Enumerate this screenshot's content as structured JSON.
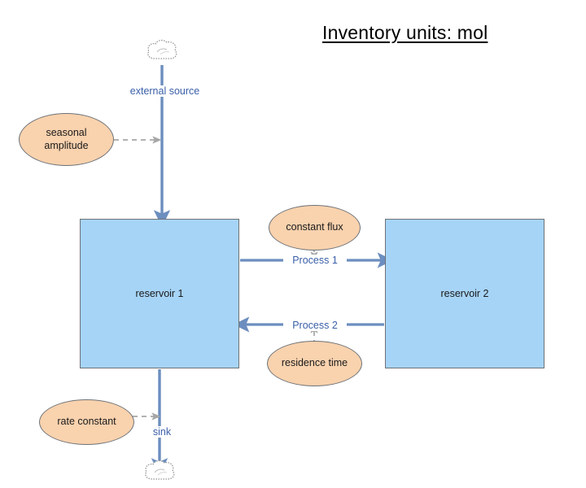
{
  "title": "Inventory units: mol",
  "colors": {
    "reservoir_fill": "#A6D4F7",
    "reservoir_stroke": "#6E7277",
    "parameter_fill": "#F9D2AE",
    "parameter_stroke": "#6E7277",
    "flow_arrow": "#6C8EBF",
    "flow_label_text": "#3A5FA8",
    "dashed_connector": "#A6A6A6",
    "cloud_stroke": "#9A9A9A",
    "title_text": "#000000"
  },
  "reservoirs": [
    {
      "id": "reservoir-1",
      "label": "reservoir 1"
    },
    {
      "id": "reservoir-2",
      "label": "reservoir 2"
    }
  ],
  "clouds": [
    {
      "id": "source-cloud",
      "name": "source-cloud-icon"
    },
    {
      "id": "sink-cloud",
      "name": "sink-cloud-icon"
    }
  ],
  "flows": [
    {
      "id": "external-source",
      "label": "external source",
      "direction": "down"
    },
    {
      "id": "process-1",
      "label": "Process 1",
      "direction": "right"
    },
    {
      "id": "process-2",
      "label": "Process 2",
      "direction": "left"
    },
    {
      "id": "sink",
      "label": "sink",
      "direction": "down"
    }
  ],
  "parameters": [
    {
      "id": "seasonal-amplitude",
      "label": "seasonal\namplitude",
      "line1": "seasonal",
      "line2": "amplitude",
      "connects_to": "external-source"
    },
    {
      "id": "constant-flux",
      "label": "constant flux",
      "line1": "constant flux",
      "line2": "",
      "connects_to": "process-1"
    },
    {
      "id": "residence-time",
      "label": "residence time",
      "line1": "residence time",
      "line2": "",
      "connects_to": "process-2"
    },
    {
      "id": "rate-constant",
      "label": "rate constant",
      "line1": "rate constant",
      "line2": "",
      "connects_to": "sink"
    }
  ]
}
